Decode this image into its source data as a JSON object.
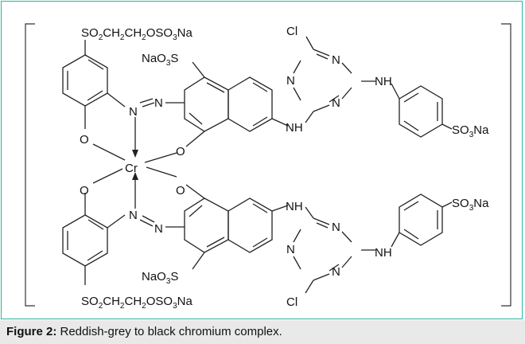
{
  "caption": {
    "label": "Figure 2:",
    "text": " Reddish-grey to black chromium complex."
  },
  "structure": {
    "metal": "Cr",
    "atoms": {
      "oxygen": "O",
      "nitrogen": "N",
      "chlorine": "Cl"
    },
    "groups": {
      "sulfonyl_chain_base": "SO",
      "sulfonyl_chain_mid_1": "CH",
      "sulfonyl_chain_mid_2": "CH",
      "sulfonyl_chain_end": "OSO",
      "sodium": "Na",
      "naphth_sulfonate_prefix": "NaO",
      "naphth_sulfonate_s": "S",
      "amine": "NH",
      "aryl_sulfonate": "SO",
      "sub_2": "2",
      "sub_3": "3"
    }
  },
  "colors": {
    "frame_border": "#28b4a0",
    "caption_background": "#e9e9e9"
  }
}
